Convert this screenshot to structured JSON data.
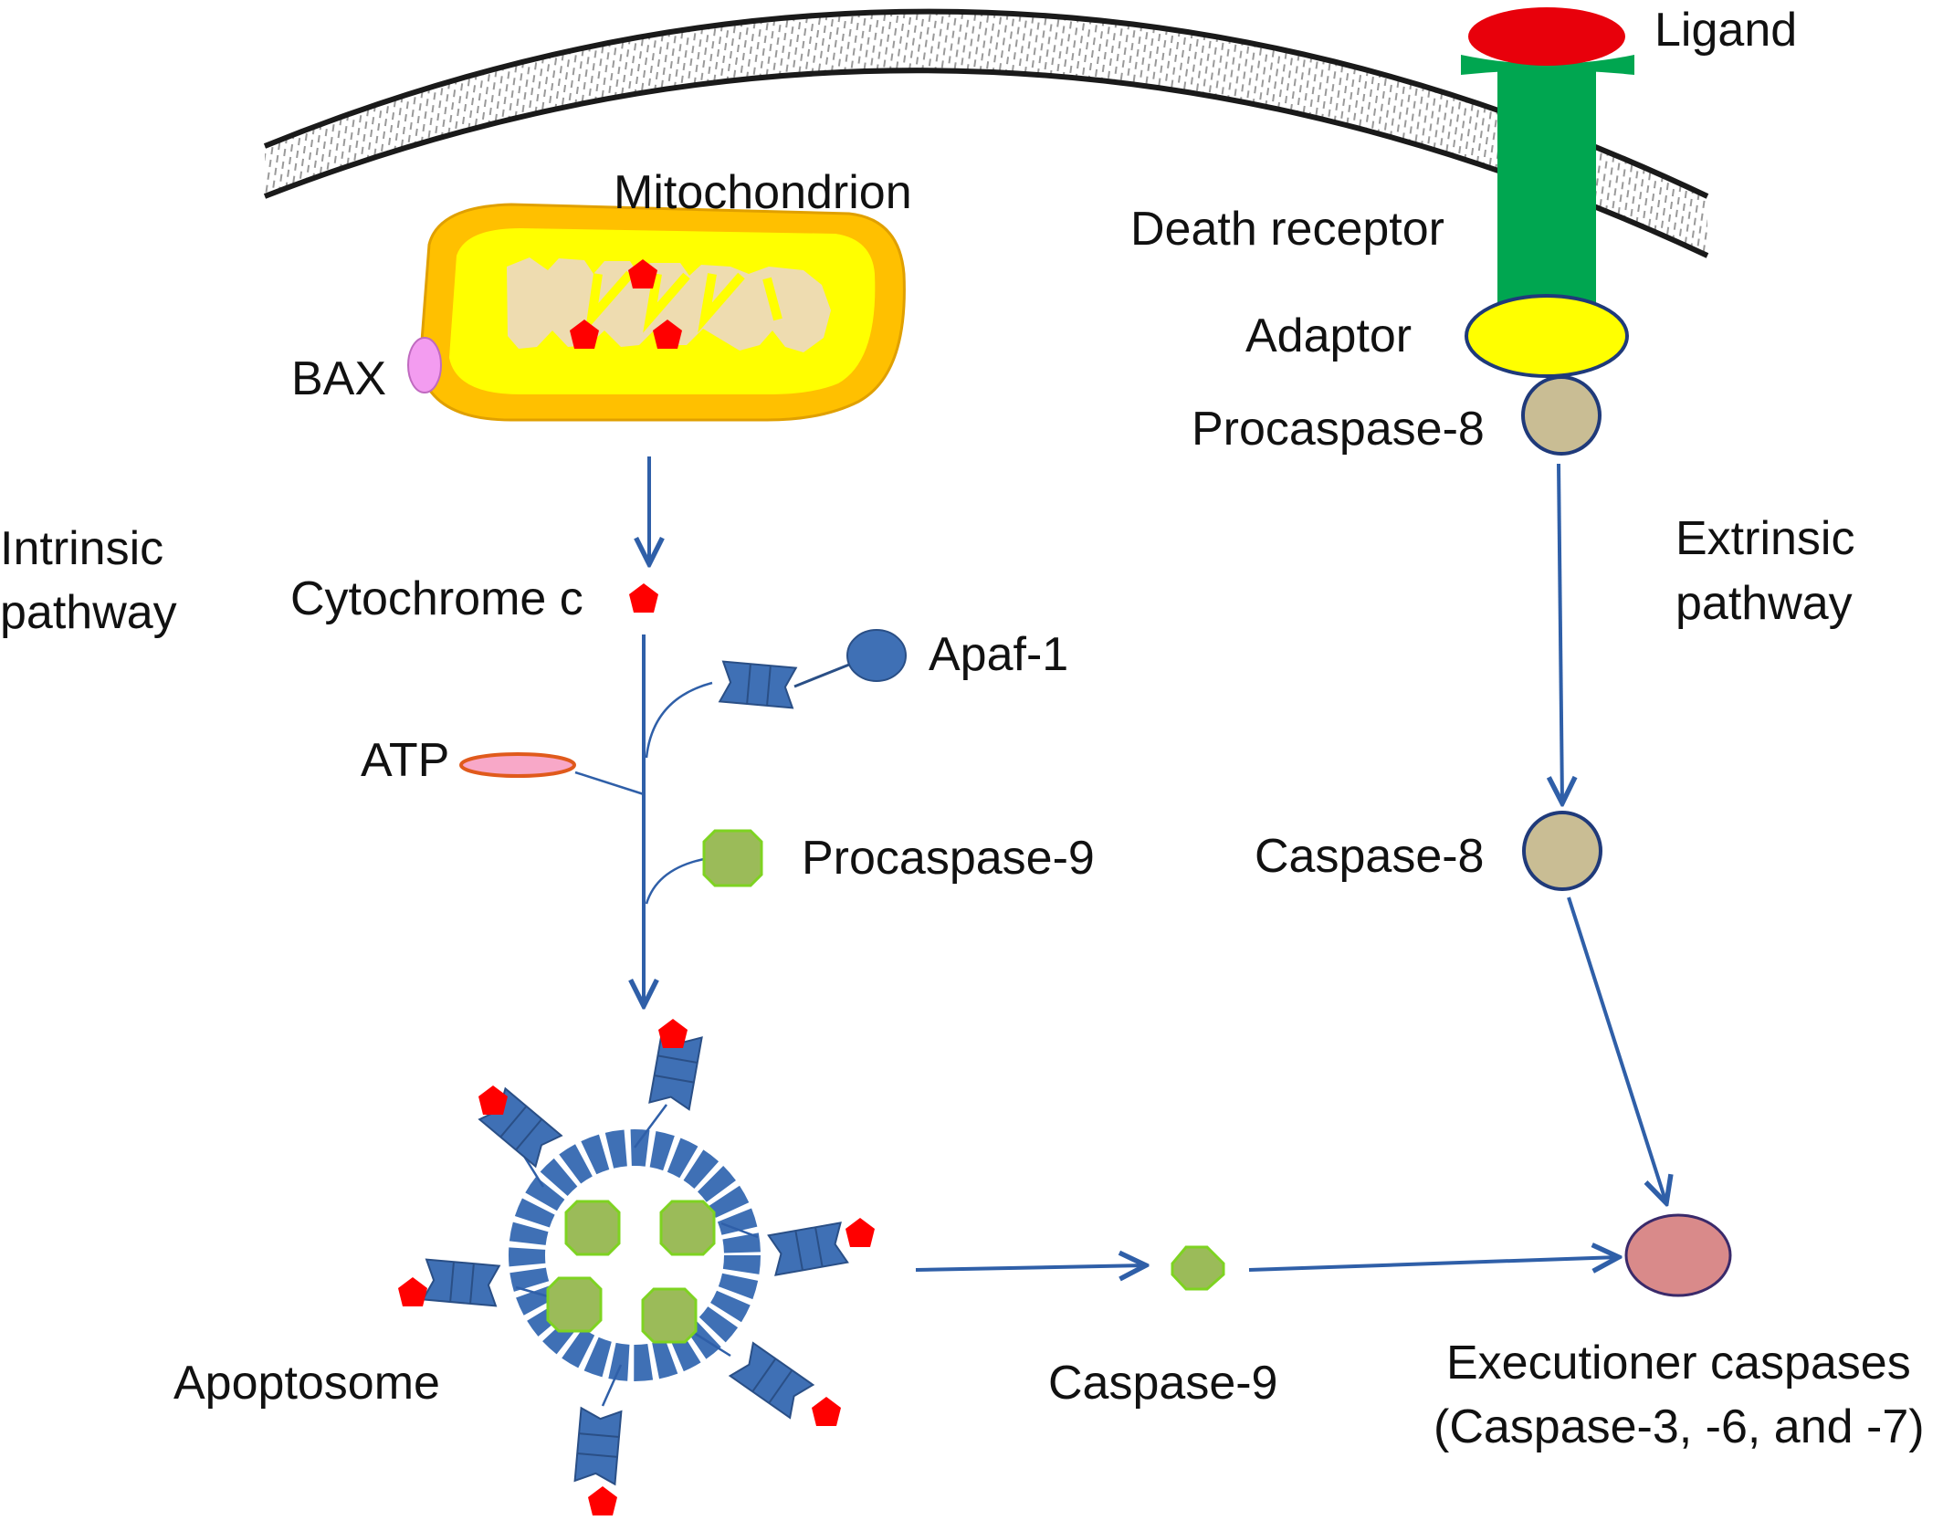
{
  "labels": {
    "ligand": "Ligand",
    "death_receptor": "Death receptor",
    "adaptor": "Adaptor",
    "procaspase8": "Procaspase-8",
    "extrinsic_1": "Extrinsic",
    "extrinsic_2": "pathway",
    "caspase8": "Caspase-8",
    "mitochondrion": "Mitochondrion",
    "bax": "BAX",
    "intrinsic_1": "Intrinsic",
    "intrinsic_2": "pathway",
    "cytochrome_c": "Cytochrome c",
    "apaf1": "Apaf-1",
    "atp": "ATP",
    "procaspase9": "Procaspase-9",
    "apoptosome": "Apoptosome",
    "caspase9": "Caspase-9",
    "executioner_1": "Executioner caspases",
    "executioner_2": "(Caspase-3, -6, and -7)"
  },
  "colors": {
    "arrow": "#2f5fa8",
    "membrane_line": "#1a1a1a",
    "ligand": "#e8000b",
    "receptor": "#00a650",
    "adaptor": "#ffff00",
    "procaspase8": "#c9bd94",
    "mito_outer": "#ffc000",
    "mito_inner": "#ffff00",
    "mito_cristae": "#eedcb0",
    "bax": "#f39cf0",
    "cytochrome": "#ff0000",
    "apaf1": "#3f70b5",
    "atp_fill": "#f8a8c8",
    "atp_stroke": "#e05a1c",
    "procaspase9": "#9bbb59",
    "executioner": "#d98a8a"
  }
}
